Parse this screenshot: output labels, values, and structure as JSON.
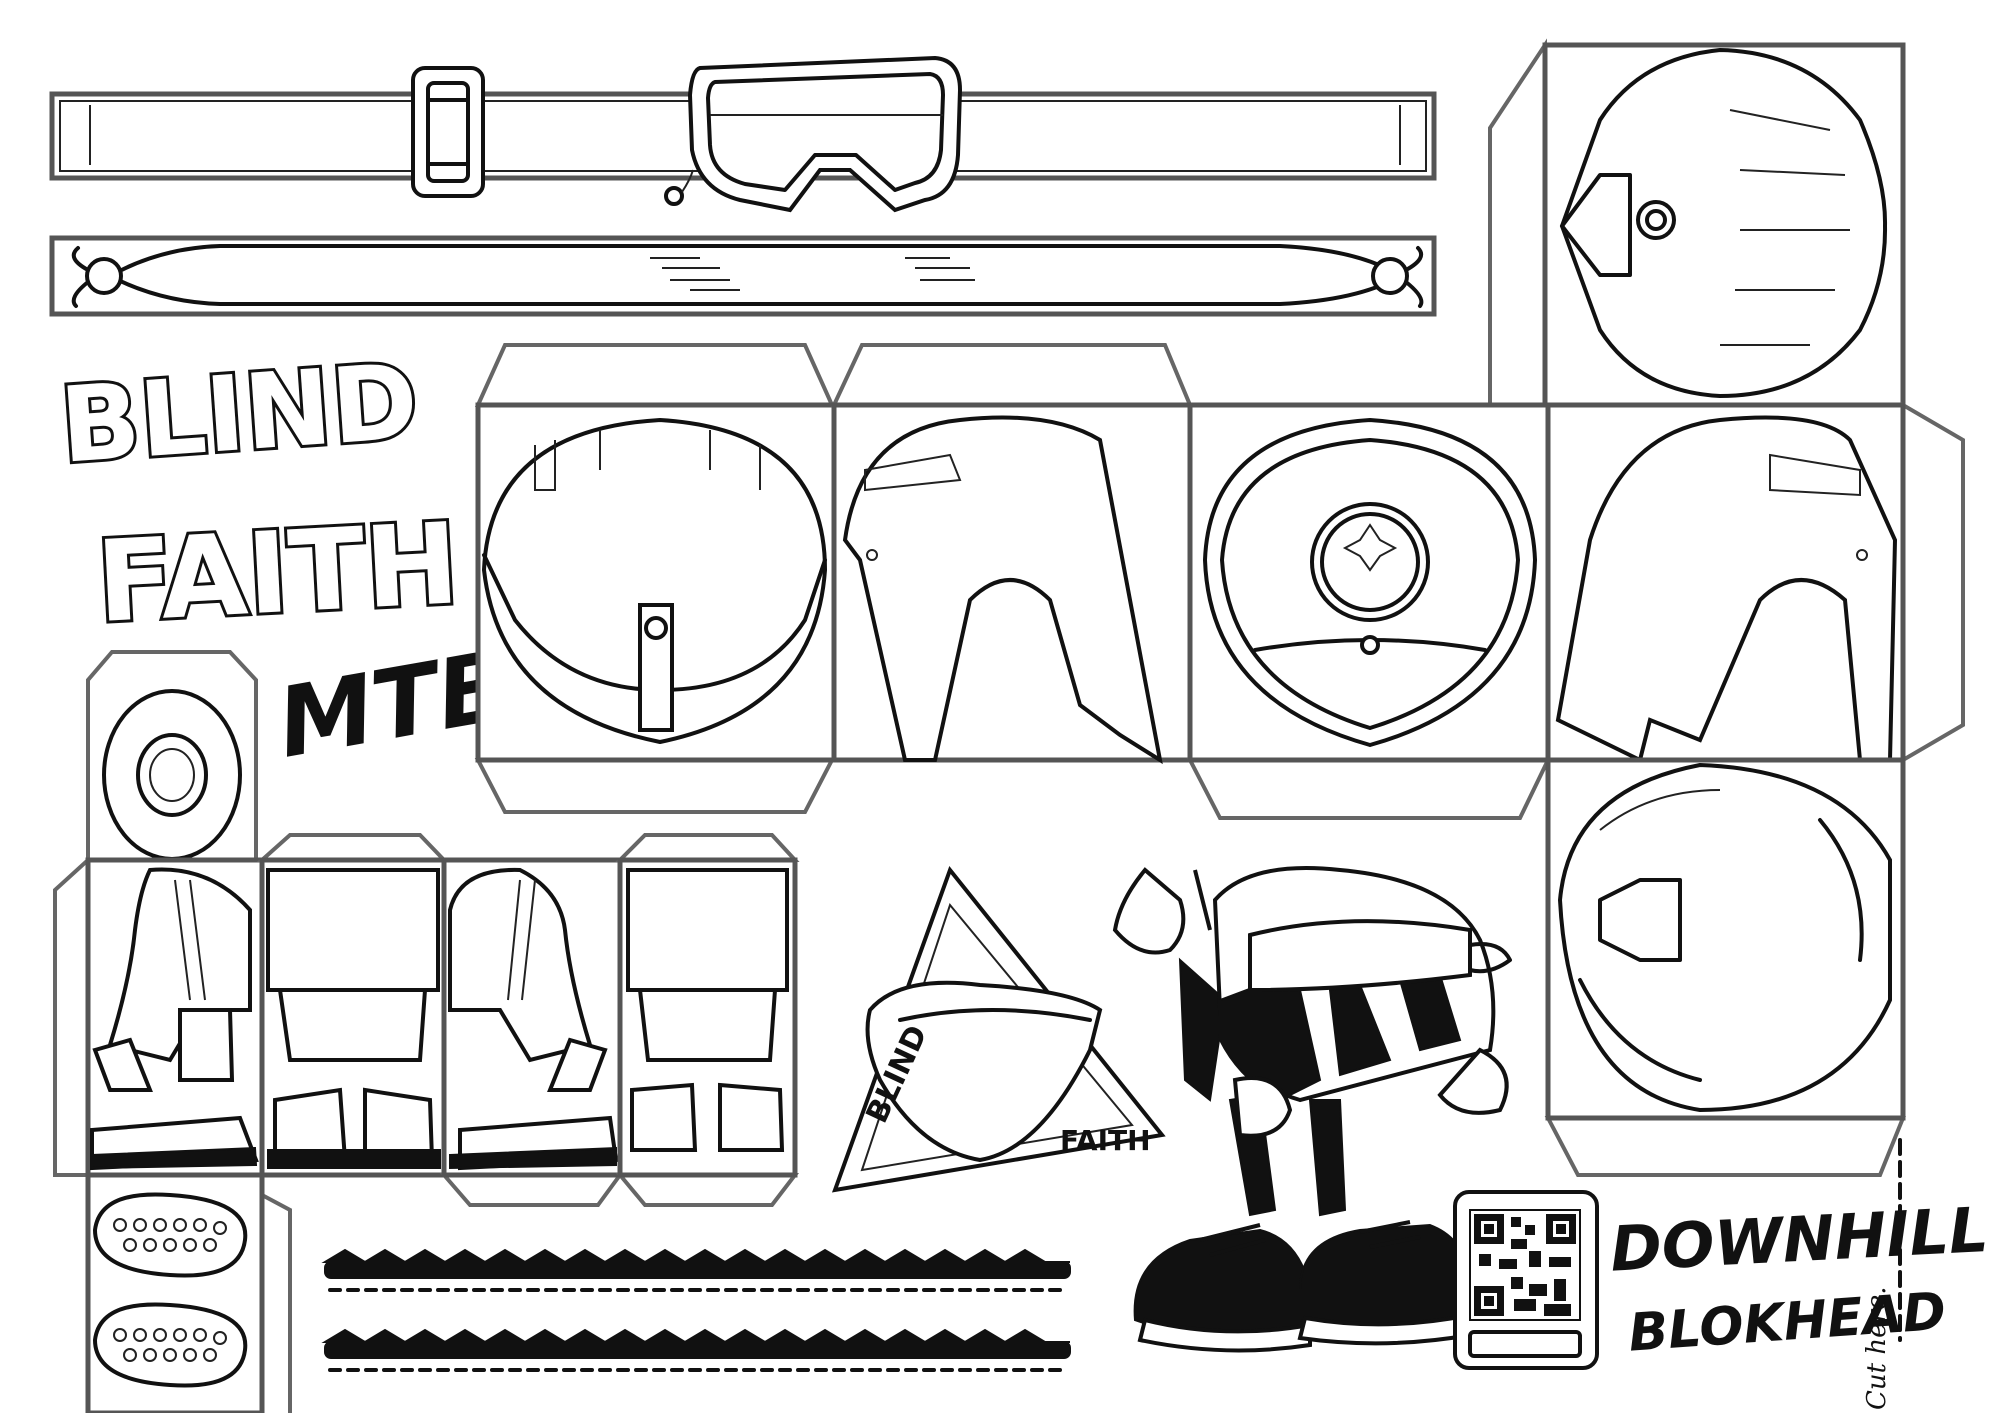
{
  "sheet": {
    "logo": {
      "line1": "BLIND",
      "line2": "FAITH",
      "line3": "MTB"
    },
    "badge": {
      "left_text": "BLIND",
      "right_text": "FAITH"
    },
    "signature": {
      "line1": "DOWNHILL",
      "line2": "BLOKHEAD"
    },
    "cut_note": "Cut here.",
    "qr_code": {
      "kind": "qr-code"
    },
    "parts": [
      "goggle-strap",
      "bandana-strip",
      "helmet-top",
      "helmet-front",
      "helmet-side-left",
      "helmet-back",
      "helmet-side-right",
      "helmet-bottom",
      "head-top-circle",
      "body-side-left",
      "body-front",
      "body-side-right",
      "body-back",
      "shoe-soles",
      "tire-track-strip-1",
      "tire-track-strip-2",
      "mascot-figure"
    ],
    "colors": {
      "ink": "#111111",
      "fold_lines": "#555555",
      "paper": "#ffffff"
    }
  }
}
